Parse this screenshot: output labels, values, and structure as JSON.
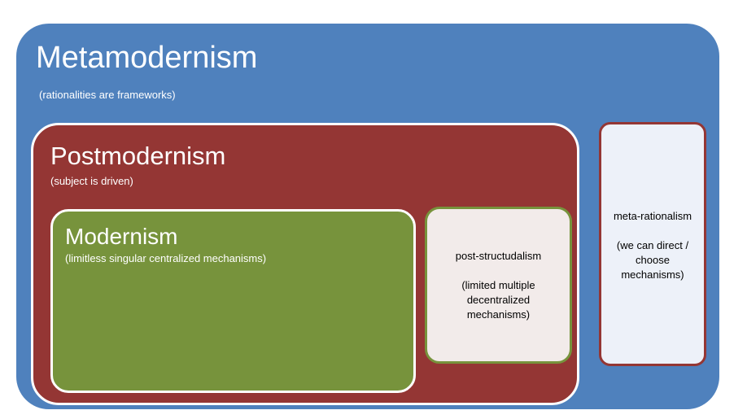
{
  "diagram": {
    "metamodernism": {
      "title": "Metamodernism",
      "subtitle": "(rationalities are frameworks)",
      "color": "#4f81bd"
    },
    "postmodernism": {
      "title": "Postmodernism",
      "subtitle": "(subject is driven)",
      "color": "#943634"
    },
    "modernism": {
      "title": "Modernism",
      "subtitle": "(limitless singular centralized mechanisms)",
      "color": "#77933c"
    },
    "post_structuralism": {
      "title": "post-structudalism",
      "lines": [
        "(limited multiple",
        "decentralized",
        "mechanisms)"
      ],
      "color": "#f2ebea"
    },
    "meta_rationalism": {
      "title": "meta-rationalism",
      "lines": [
        "(we can direct /",
        "choose",
        "mechanisms)"
      ],
      "color": "#edf1f9"
    }
  }
}
